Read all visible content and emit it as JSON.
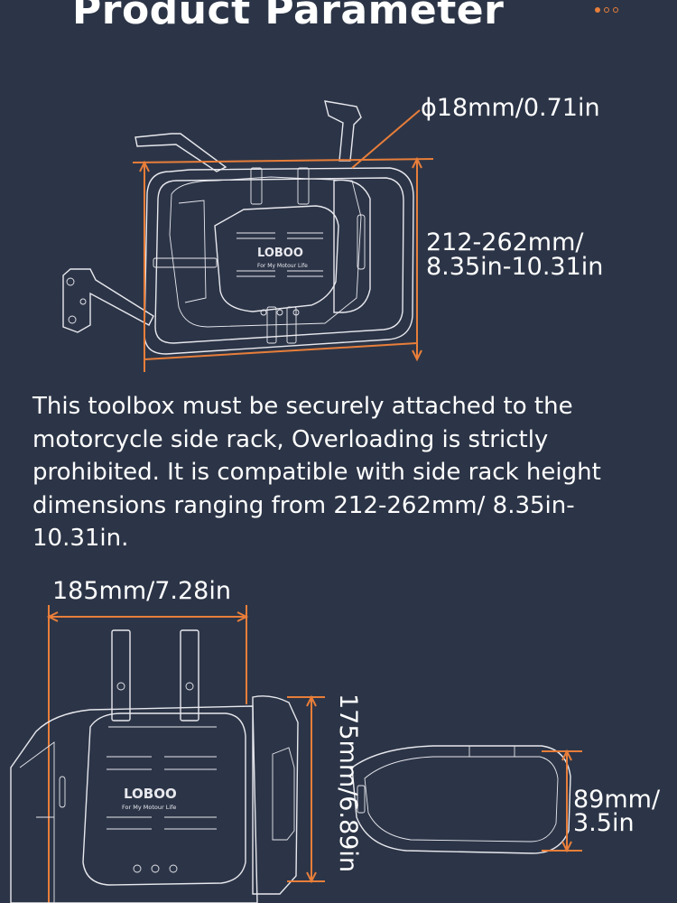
{
  "header": {
    "title": "Product Parameter"
  },
  "dimensions": {
    "tube_diameter": "ϕ18mm/0.71in",
    "height_range_line1": "212-262mm/",
    "height_range_line2": "8.35in-10.31in",
    "width": "185mm/7.28in",
    "height": "175mm/6.89in",
    "depth_line1": "89mm/",
    "depth_line2": "3.5in"
  },
  "description": "This toolbox must be securely attached to the motorcycle side rack, Overloading is strictly prohibited. It is compatible with side rack height dimensions ranging from 212-262mm/ 8.35in-10.31in.",
  "brand": {
    "logo_text": "LOBOO",
    "tagline": "For My Motour Life"
  },
  "colors": {
    "background": "#2c3547",
    "accent": "#e87e3a",
    "line": "#e8e8ee"
  }
}
